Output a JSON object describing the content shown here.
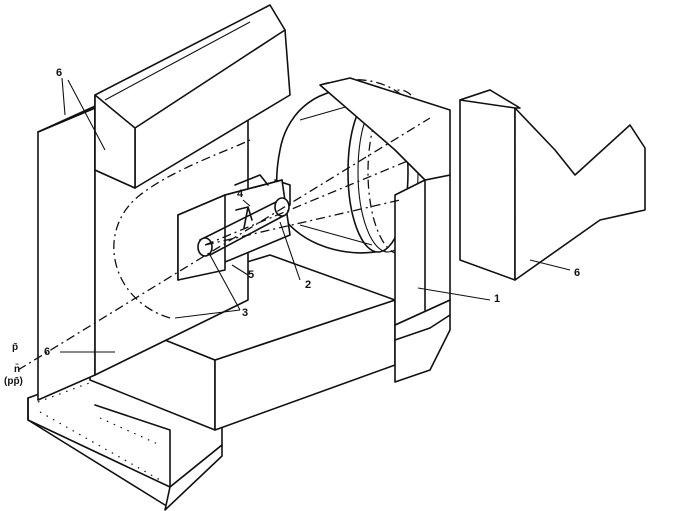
{
  "labels": {
    "one": "1",
    "two": "2",
    "three": "3",
    "four": "4",
    "five": "5",
    "six": "6"
  },
  "beam": {
    "p_bar": "p̄",
    "n_bar": "n̄",
    "pair": "(pp̄)"
  }
}
